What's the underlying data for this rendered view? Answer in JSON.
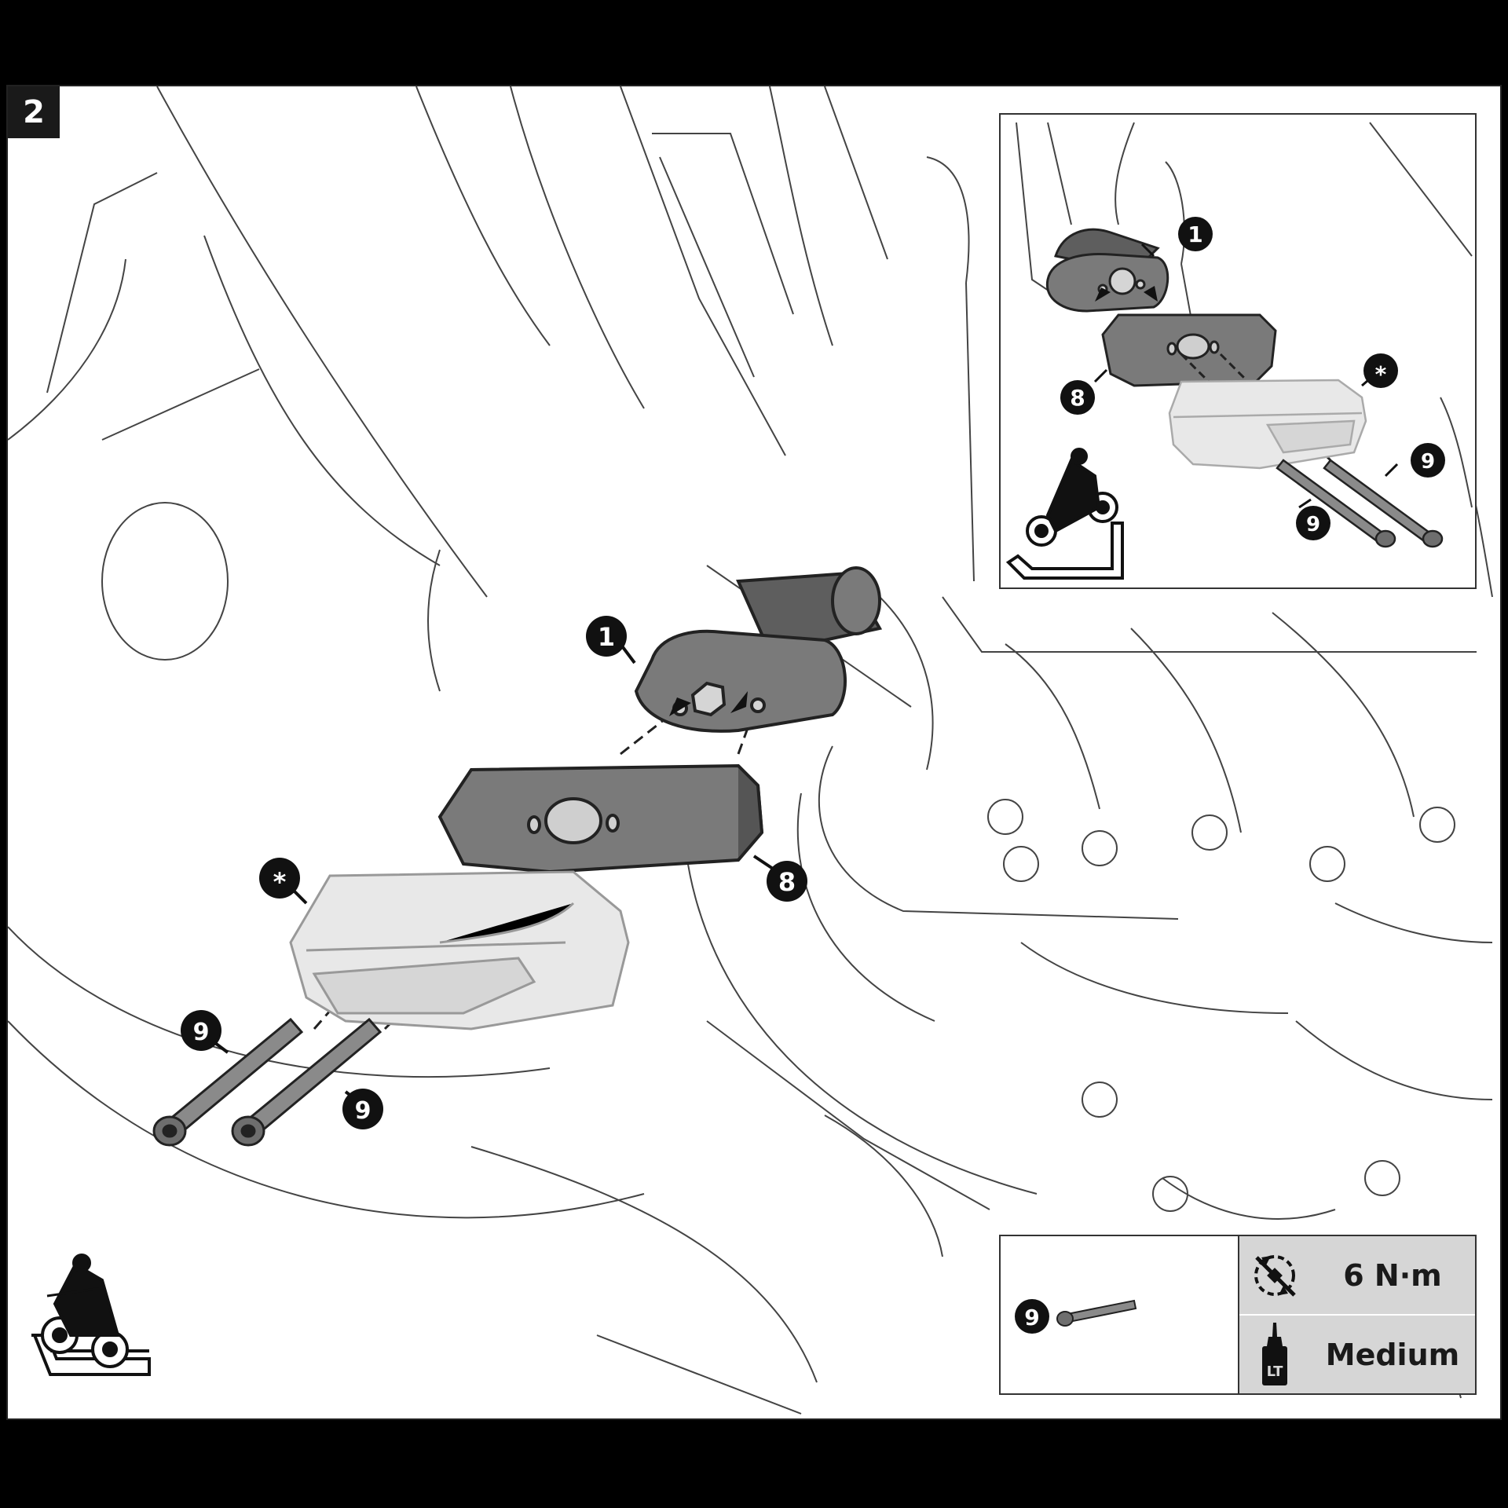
{
  "step": {
    "number": "2"
  },
  "callouts": {
    "c1": "1",
    "c8": "8",
    "cstar": "*",
    "c9a": "9",
    "c9b": "9"
  },
  "inset": {
    "c1": "1",
    "c8": "8",
    "cstar": "*",
    "c9a": "9",
    "c9b": "9"
  },
  "spec": {
    "part": "9",
    "torque": "6 N·m",
    "threadlocker": "Medium",
    "threadlocker_icon_text": "LT",
    "torque_icon": "torque-wrench-icon",
    "threadlocker_icon": "threadlocker-bottle-icon"
  },
  "colors": {
    "part_dark": "#707070",
    "part_light": "#e4e4e4",
    "line": "#222222"
  }
}
